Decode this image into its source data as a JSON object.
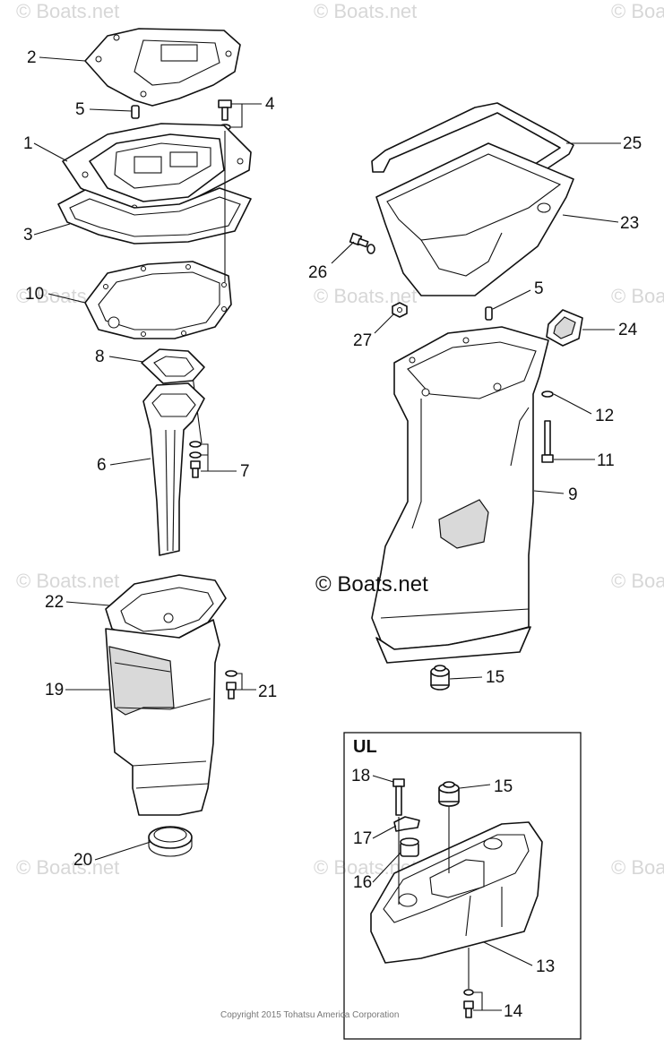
{
  "watermarks": [
    "© Boats.net",
    "© Boats.net",
    "© Boats.net",
    "© Boats.net",
    "© Boats.net",
    "© Boats.net",
    "© Boats.net",
    "© Boats.net",
    "© Boats.net",
    "© Boats.net",
    "© Boats.net",
    "© Boats.net"
  ],
  "center_watermark": "© Boats.net",
  "copyright": "Copyright 2015 Tohatsu America Corporation",
  "ul_box_title": "UL",
  "labels": {
    "p1": "1",
    "p2": "2",
    "p3": "3",
    "p4": "4",
    "p5a": "5",
    "p5b": "5",
    "p6": "6",
    "p7": "7",
    "p8": "8",
    "p9": "9",
    "p10": "10",
    "p11": "11",
    "p12": "12",
    "p13": "13",
    "p14": "14",
    "p15a": "15",
    "p15b": "15",
    "p16": "16",
    "p17": "17",
    "p18": "18",
    "p19": "19",
    "p20": "20",
    "p21": "21",
    "p22": "22",
    "p23": "23",
    "p24": "24",
    "p25": "25",
    "p26": "26",
    "p27": "27"
  }
}
